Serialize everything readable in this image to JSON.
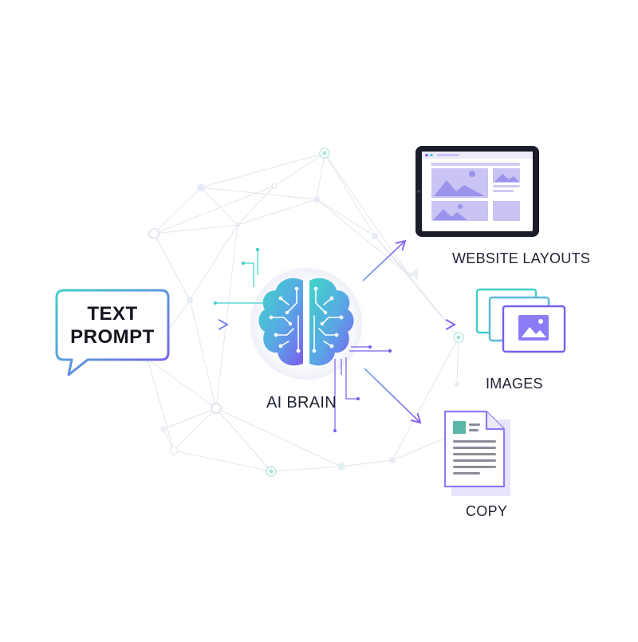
{
  "prompt": {
    "line1": "TEXT",
    "line2": "PROMPT"
  },
  "brain": {
    "label": "AI BRAIN"
  },
  "outputs": {
    "website_label": "WEBSITE LAYOUTS",
    "images_label": "IMAGES",
    "copy_label": "COPY"
  },
  "colors": {
    "teal": "#3fd0c9",
    "purple": "#7b5cf0",
    "violet": "#8b7cf6",
    "lavender": "#b9b4f5",
    "network": "#dfe3ec",
    "text": "#1f2233"
  },
  "icons": [
    "speech-bubble-icon",
    "brain-circuit-icon",
    "tablet-layout-icon",
    "image-stack-icon",
    "document-icon",
    "arrow-right-icon"
  ]
}
